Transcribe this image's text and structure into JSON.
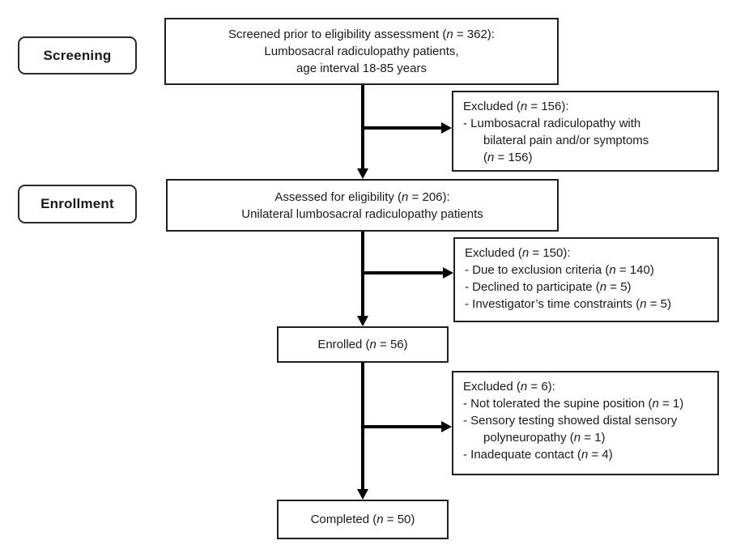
{
  "stage_labels": {
    "screening": "Screening",
    "enrollment": "Enrollment"
  },
  "boxes": {
    "screened": {
      "lines": [
        "Screened prior to eligibility assessment (n = 362):",
        "Lumbosacral radiculopathy patients,",
        "age interval 18-85 years"
      ]
    },
    "excluded_1": {
      "lines": [
        "Excluded (n = 156):",
        "- Lumbosacral radiculopathy with",
        "      bilateral pain and/or symptoms",
        "      (n = 156)"
      ]
    },
    "assessed": {
      "lines": [
        "Assessed for eligibility (n = 206):",
        "Unilateral lumbosacral radiculopathy patients"
      ]
    },
    "excluded_2": {
      "lines": [
        "Excluded (n = 150):",
        "- Due to exclusion criteria (n = 140)",
        "- Declined to participate (n = 5)",
        "- Investigator’s time constraints (n = 5)"
      ]
    },
    "enrolled": {
      "lines": [
        "Enrolled (n = 56)"
      ]
    },
    "excluded_3": {
      "lines": [
        "Excluded (n = 6):",
        "- Not tolerated the supine position (n = 1)",
        "- Sensory testing showed distal sensory",
        "      polyneuropathy (n = 1)",
        "- Inadequate contact (n = 4)"
      ]
    },
    "completed": {
      "lines": [
        "Completed (n = 50)"
      ]
    }
  },
  "colors": {
    "box_border": "#1f1f1f",
    "arrow": "#000000",
    "text": "#1a1a1a",
    "background": "#ffffff"
  }
}
